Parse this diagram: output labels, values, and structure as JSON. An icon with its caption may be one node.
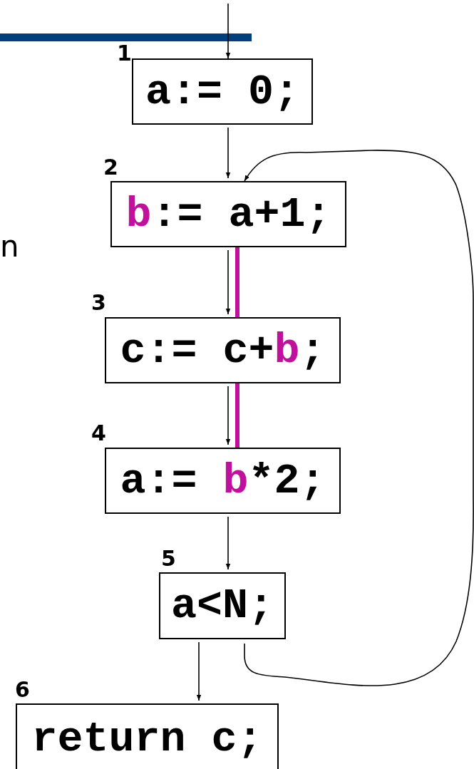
{
  "diagram": {
    "nodes": [
      {
        "text": [
          "a:= 0;"
        ],
        "beside": [
          "1"
        ]
      },
      {
        "text": [
          "**b**:= a+1;"
        ],
        "beside": [
          "2"
        ]
      },
      {
        "text": [
          "c:= c+**b**;"
        ],
        "beside": [
          "3"
        ]
      },
      {
        "text": [
          "a:= **b***2;"
        ],
        "beside": [
          "4"
        ]
      },
      {
        "text": [
          "a<N;"
        ],
        "beside": [
          "5"
        ]
      },
      {
        "text": [
          "return c;"
        ],
        "beside": [
          "6"
        ]
      }
    ],
    "edges": [
      {
        "from": null,
        "to": 0,
        "arrow": "to"
      },
      {
        "from": 0,
        "to": 1,
        "arrow": "to"
      },
      {
        "from": 1,
        "to": 2,
        "arrow": "to"
      },
      {
        "from": 2,
        "to": 3,
        "arrow": "to"
      },
      {
        "from": 3,
        "to": 4,
        "arrow": "to"
      },
      {
        "from": 4,
        "to": 5,
        "arrow": "to"
      },
      {
        "from": 4,
        "to": 1,
        "arrow": "to"
      },
      {
        "from": 1,
        "to": 2,
        "arrow": "none",
        "style": "thick",
        "color": "#c0109c"
      },
      {
        "from": 2,
        "to": 3,
        "arrow": "none",
        "style": "thick",
        "color": "#c0109c"
      }
    ],
    "labels": [
      "n"
    ]
  }
}
